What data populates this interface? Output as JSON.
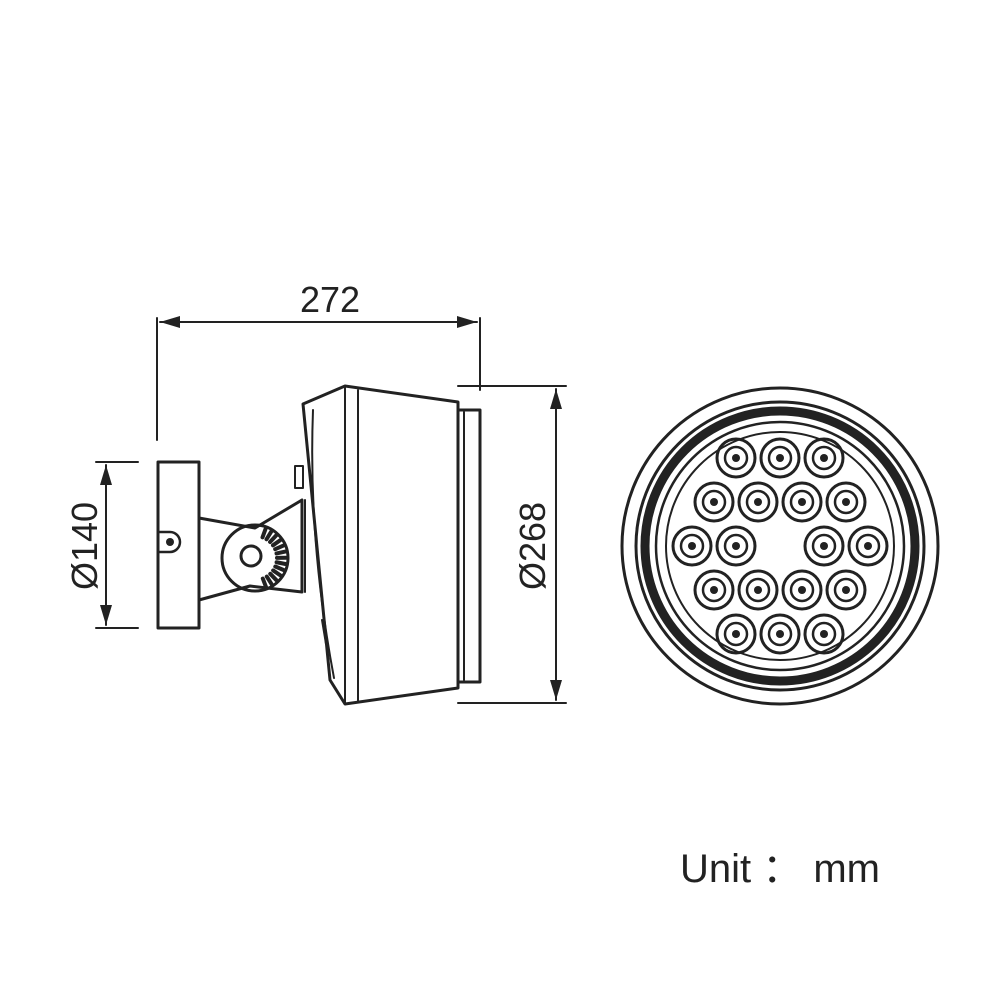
{
  "dimensions": {
    "length": "272",
    "base_diameter": "Ø140",
    "body_diameter": "Ø268"
  },
  "unit_label": "Unit ： mm",
  "colors": {
    "line": "#222222",
    "background": "#ffffff"
  },
  "led_array": {
    "rings": [
      {
        "count": 6,
        "radius_fraction": 0.61
      },
      {
        "count": 6,
        "radius_fraction": 0.54
      },
      {
        "count": 6,
        "radius_fraction": 0.45
      }
    ]
  }
}
